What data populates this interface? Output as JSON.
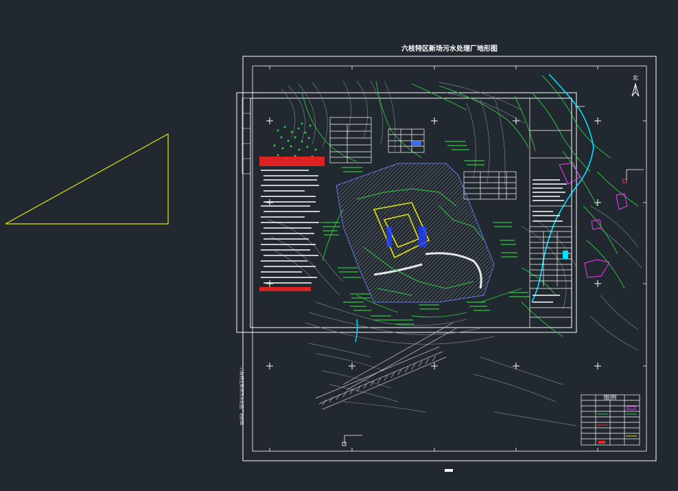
{
  "drawing": {
    "title": "六枝特区新场污水处理厂地形图",
    "north_label": "北",
    "side_label": "六枝特区新场污水处理厂地形图",
    "bottom_tag": "■"
  },
  "colors": {
    "background": "#212830",
    "frame": "#ffffff",
    "contour_gray": "#8a8f96",
    "contour_green": "#2ecc40",
    "road_white": "#e6e6e6",
    "triangle_yellow": "#e6e600",
    "river_cyan": "#00e5ff",
    "magenta": "#ff33ff",
    "red_text": "#ff2020",
    "blue": "#3a6cff"
  },
  "tables": {
    "legend_title": "图    例"
  }
}
